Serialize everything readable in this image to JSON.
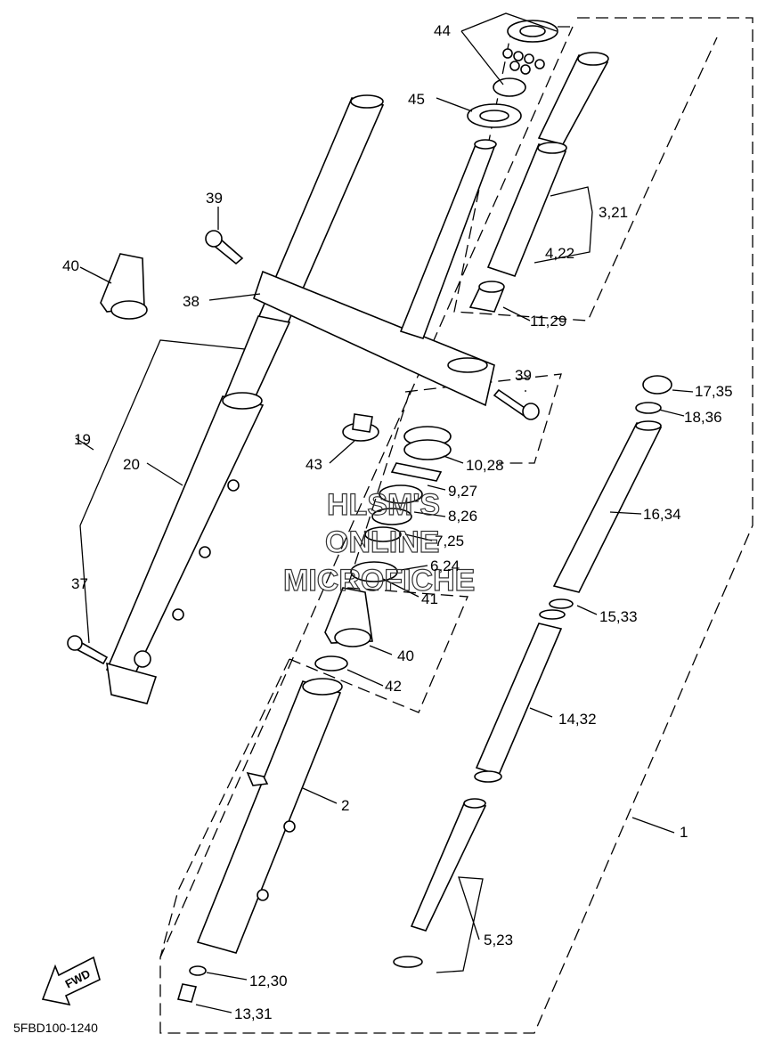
{
  "diagram_code": "5FBD100-1240",
  "fwd_label": "FWD",
  "watermark": [
    "HLSM'S",
    "ONLINE",
    "MICROFICHE"
  ],
  "callouts": [
    {
      "id": "c44",
      "text": "44"
    },
    {
      "id": "c45",
      "text": "45"
    },
    {
      "id": "c3_21",
      "text": "3,21"
    },
    {
      "id": "c4_22",
      "text": "4,22"
    },
    {
      "id": "c39a",
      "text": "39"
    },
    {
      "id": "c40a",
      "text": "40"
    },
    {
      "id": "c38",
      "text": "38"
    },
    {
      "id": "c11_29",
      "text": "11,29"
    },
    {
      "id": "c39b",
      "text": "39"
    },
    {
      "id": "c17_35",
      "text": "17,35"
    },
    {
      "id": "c18_36",
      "text": "18,36"
    },
    {
      "id": "c19",
      "text": "19"
    },
    {
      "id": "c20",
      "text": "20"
    },
    {
      "id": "c43",
      "text": "43"
    },
    {
      "id": "c10_28",
      "text": "10,28"
    },
    {
      "id": "c9_27",
      "text": "9,27"
    },
    {
      "id": "c8_26",
      "text": "8,26"
    },
    {
      "id": "c7_25",
      "text": "7,25"
    },
    {
      "id": "c6_24",
      "text": "6,24"
    },
    {
      "id": "c16_34",
      "text": "16,34"
    },
    {
      "id": "c37",
      "text": "37"
    },
    {
      "id": "c41",
      "text": "41"
    },
    {
      "id": "c15_33",
      "text": "15,33"
    },
    {
      "id": "c40b",
      "text": "40"
    },
    {
      "id": "c42",
      "text": "42"
    },
    {
      "id": "c14_32",
      "text": "14,32"
    },
    {
      "id": "c2",
      "text": "2"
    },
    {
      "id": "c1",
      "text": "1"
    },
    {
      "id": "c5_23",
      "text": "5,23"
    },
    {
      "id": "c12_30",
      "text": "12,30"
    },
    {
      "id": "c13_31",
      "text": "13,31"
    }
  ]
}
